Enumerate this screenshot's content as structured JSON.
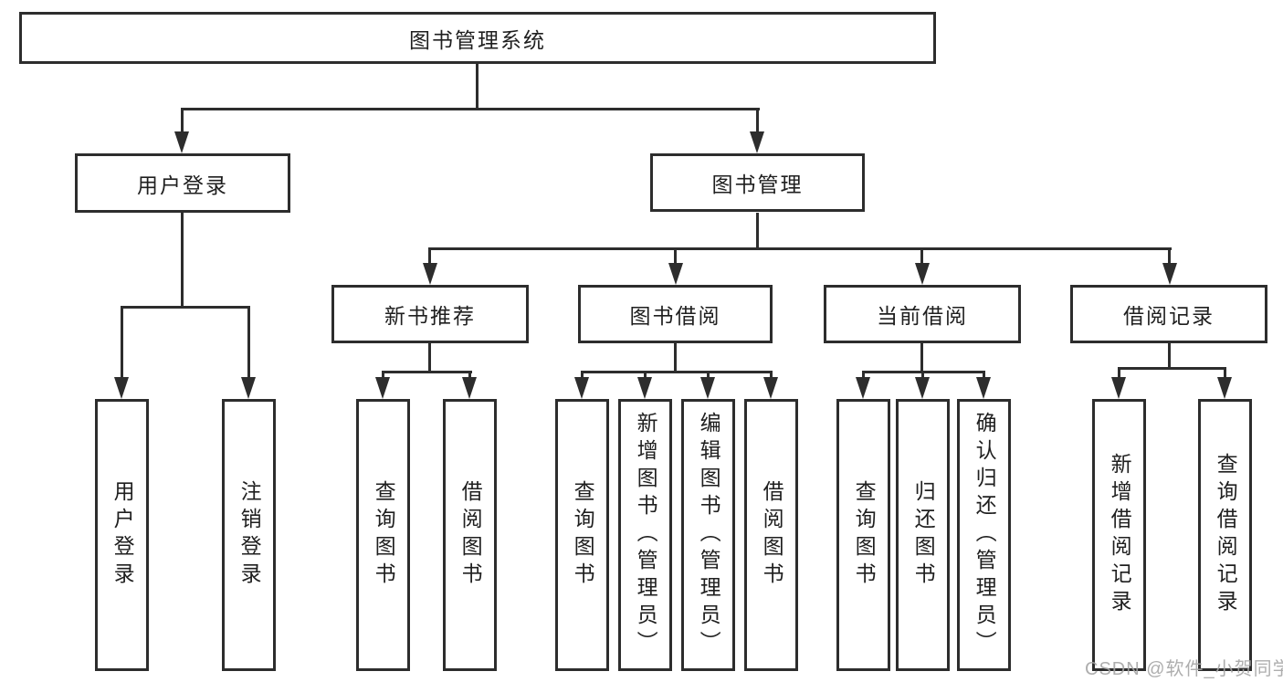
{
  "tree": {
    "root": "图书管理系统",
    "children": [
      {
        "label": "用户登录",
        "children": [
          "用户登录",
          "注销登录"
        ]
      },
      {
        "label": "图书管理",
        "children": [
          {
            "label": "新书推荐",
            "children": [
              "查询图书",
              "借阅图书"
            ]
          },
          {
            "label": "图书借阅",
            "children": [
              "查询图书",
              "新增图书（管理员）",
              "编辑图书（管理员）",
              "借阅图书"
            ]
          },
          {
            "label": "当前借阅",
            "children": [
              "查询图书",
              "归还图书",
              "确认归还（管理员）"
            ]
          },
          {
            "label": "借阅记录",
            "children": [
              "新增借阅记录",
              "查询借阅记录"
            ]
          }
        ]
      }
    ]
  },
  "watermark": "CSDN @软件_小贺同学",
  "colors": {
    "line": "#2d2d2d",
    "text": "#1f1f1f",
    "background": "#ffffff",
    "watermark": "#a5a5a5"
  }
}
